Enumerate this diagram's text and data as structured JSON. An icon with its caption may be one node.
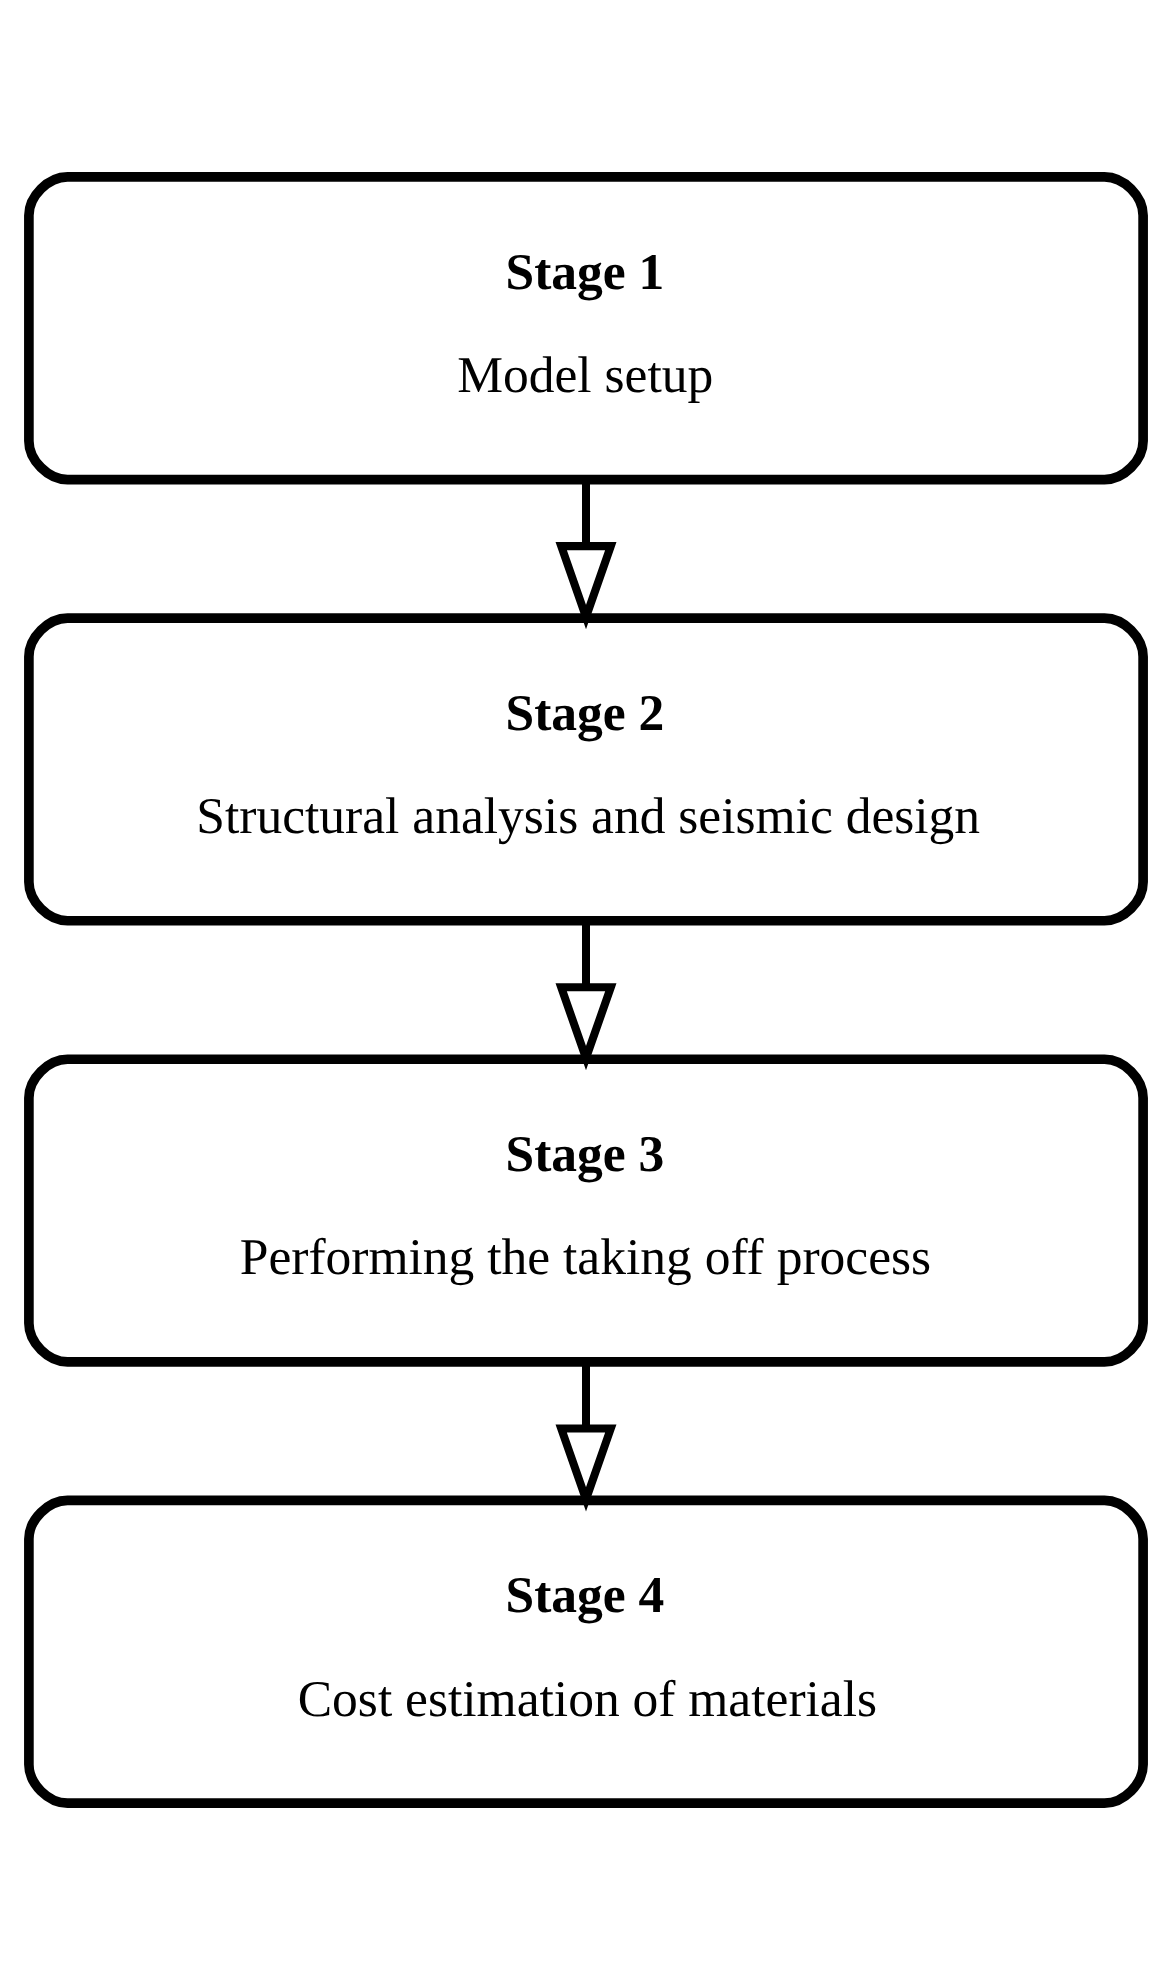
{
  "diagram": {
    "nodes": [
      {
        "text": [
          "Stage 1",
          "Model setup"
        ]
      },
      {
        "text": [
          "Stage 2",
          "Structural analysis and seismic design"
        ]
      },
      {
        "text": [
          "Stage 3",
          "Performing the taking off process"
        ]
      },
      {
        "text": [
          "Stage 4",
          "Cost estimation of materials"
        ]
      }
    ],
    "edges": [
      {
        "from": 0,
        "to": 1,
        "arrow": "to"
      },
      {
        "from": 1,
        "to": 2,
        "arrow": "to"
      },
      {
        "from": 2,
        "to": 3,
        "arrow": "to"
      }
    ]
  }
}
